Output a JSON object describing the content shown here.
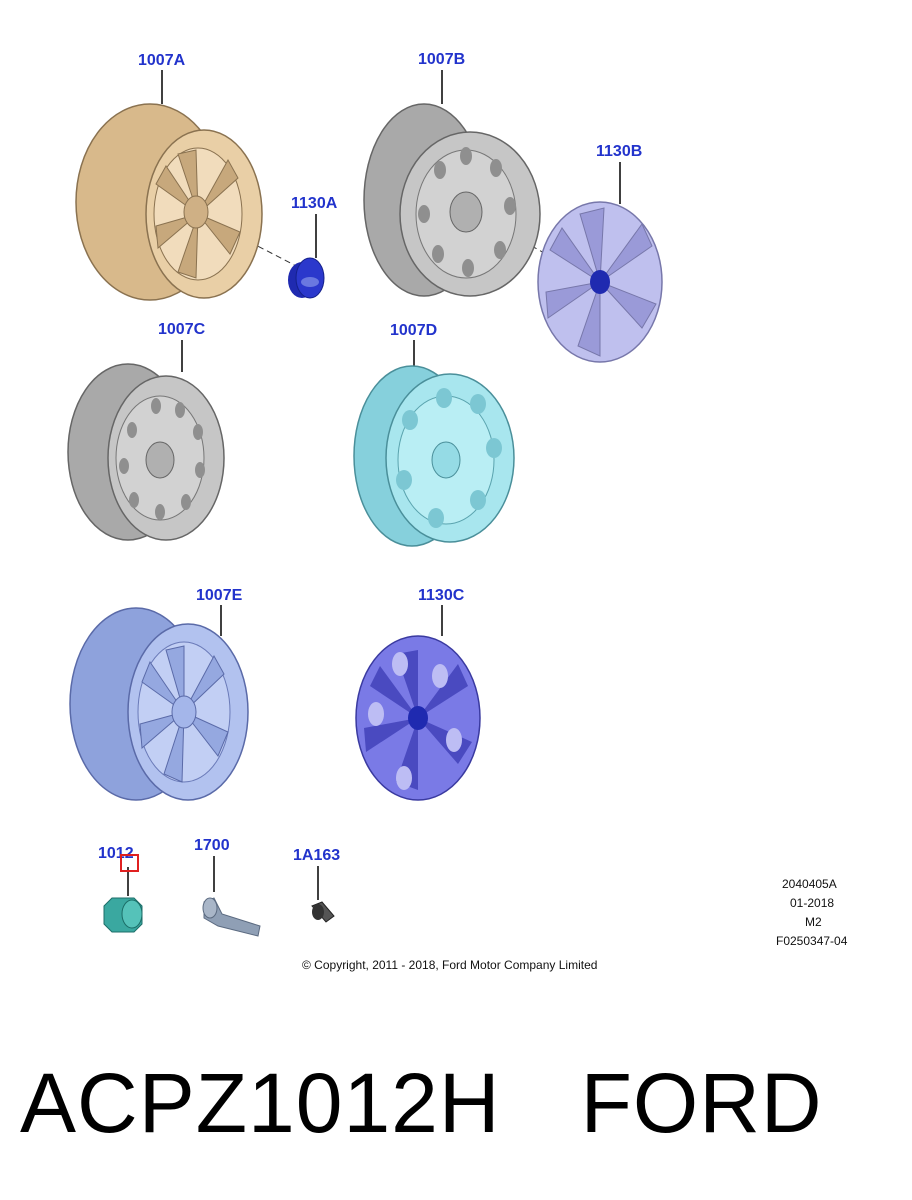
{
  "diagram": {
    "callouts": {
      "c1007A": "1007A",
      "c1007B": "1007B",
      "c1130A": "1130A",
      "c1130B": "1130B",
      "c1007C": "1007C",
      "c1007D": "1007D",
      "c1007E": "1007E",
      "c1130C": "1130C",
      "c1012": "1012",
      "c1700": "1700",
      "c1A163": "1A163"
    },
    "meta": {
      "code": "2040405A",
      "date": "01-2018",
      "rev": "M2",
      "ref": "F0250347-04"
    },
    "copyright": "© Copyright, 2011 - 2018, Ford Motor Company Limited"
  },
  "footer": {
    "part_number": "ACPZ1012H",
    "brand": "FORD"
  },
  "colors": {
    "callout": "#2233cc",
    "alloy_gold": "#e9cfa6",
    "steel_grey": "#b5b5b5",
    "steel_cyan": "#9fe0ea",
    "alloy_blue": "#a7b8e8",
    "wheel_cover_purple": "#6f6fe0",
    "hub_cap_blue": "#1f2ab0",
    "nut_teal": "#3aa8a0",
    "highlight_red": "#e02020"
  }
}
